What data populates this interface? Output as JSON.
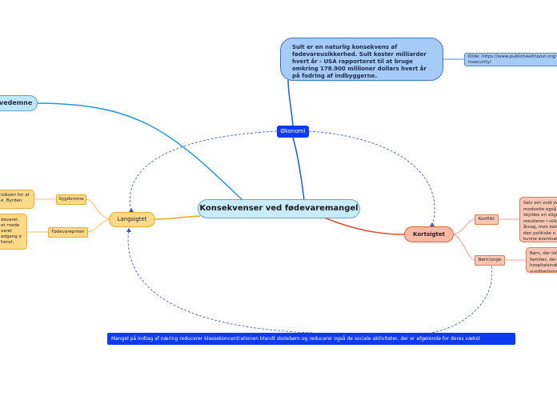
{
  "center": "Konsekvenser ved fødevaremangel",
  "top_left_partial": "vedemne",
  "economy": "Økonomi",
  "economy_fact": "Sult er en naturlig konsekvens af fødevareusikkerhed. Sult koster milliarder hvert år - USA rapporteret til at bruge omkring 178.900 millioner dollars hvert år på fodring af indbyggerne.",
  "source": "Kilde: https://www.publichealthpost.org/ insecurity/",
  "long_term": {
    "label": "Langsigtet",
    "disease": "Sygdomme",
    "disease_note": "isikoen for at e. Byrden",
    "food_prices": "Fødevarepriser",
    "prices_note": "devarer, et rnede varer adgang e heraf,"
  },
  "short_term": {
    "label": "Kortsigtet",
    "conflict": "Konflikt",
    "conflict_note": "Selv om vold jo modsatte også skyldes en stigni resulterer i vold årsag, men kon i den politiske o kunne eventuel en voldelig konf",
    "children": "Børn/unge",
    "children_note": "Børn, der lid familier, der hospitalsindl sundhedsma"
  },
  "bottom_note": "Mangel på indtag af næring reducerer klassekoncentrationen blandt skolebørn og reducerer også de sociale aktiviteter, der er afgørende for deres vækst",
  "colors": {
    "economy_branch": "#1a5fd0",
    "long_branch": "#f0a818",
    "short_branch": "#e0502a",
    "top_left_branch": "#1e9ad6",
    "dashed_link": "#3457c8"
  }
}
